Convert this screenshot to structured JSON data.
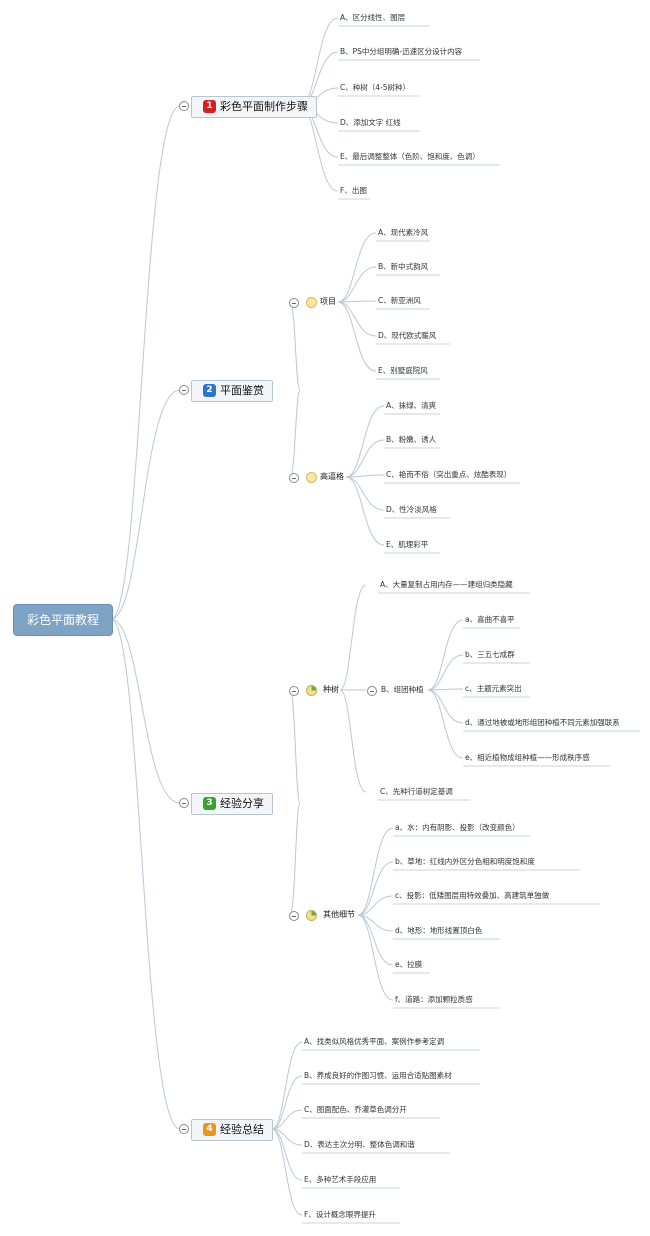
{
  "root": {
    "label": "彩色平面教程"
  },
  "branches": [
    {
      "label": "彩色平面制作步骤",
      "number": "1",
      "color": "#d32020",
      "items": [
        "A、区分线性、图层",
        "B、PS中分组明确-迅速区分设计内容",
        "C、种树（4-5树种）",
        "D、添加文字 红线",
        "E、最后调整整体（色阶、饱和度、色调）",
        "F、出图"
      ]
    },
    {
      "label": "平面鉴赏",
      "number": "2",
      "color": "#2f74c9",
      "subs": [
        {
          "label": "项目",
          "items": [
            "A、现代素冷风",
            "B、新中式韵风",
            "C、新亚洲风",
            "D、现代欧式暖风",
            "E、别墅庭院风"
          ]
        },
        {
          "label": "高逼格",
          "items": [
            "A、抹绿、清爽",
            "B、粉嫩、诱人",
            "C、艳而不俗（突出重点、炫酷表现）",
            "D、性冷淡风格",
            "E、肌理彩平"
          ]
        }
      ]
    },
    {
      "label": "经验分享",
      "number": "3",
      "color": "#3f9e2f",
      "subs": [
        {
          "label": "种树",
          "items": [
            "A、大量复制占用内存——建组归类隐藏",
            "C、先种行道树定基调"
          ],
          "group": {
            "label": "B、组团种植",
            "items": [
              "a、喜曲不喜平",
              "b、三五七成群",
              "c、主题元素突出",
              "d、通过地被或地形组团种植不同元素加强联系",
              "e、相近植物成组种植——形成秩序感"
            ]
          }
        },
        {
          "label": "其他细节",
          "items": [
            "a、水：内有阴影、投影（改变颜色）",
            "b、草地：红线内外区分色相和明度饱和度",
            "c、投影：低矮图层用特效叠加、高建筑单独做",
            "d、地形：地形线置顶白色",
            "e、拉膜",
            "f、道路：添加颗粒质感"
          ]
        }
      ]
    },
    {
      "label": "经验总结",
      "number": "4",
      "color": "#e8961e",
      "items": [
        "A、找类似风格优秀平面、案例作参考定调",
        "B、养成良好的作图习惯、运用合适贴图素材",
        "C、图面配色、乔灌草色调分开",
        "D、表达主次分明、整体色调和谐",
        "E、多种艺术手段应用",
        "F、设计概念眼界提升"
      ]
    }
  ]
}
